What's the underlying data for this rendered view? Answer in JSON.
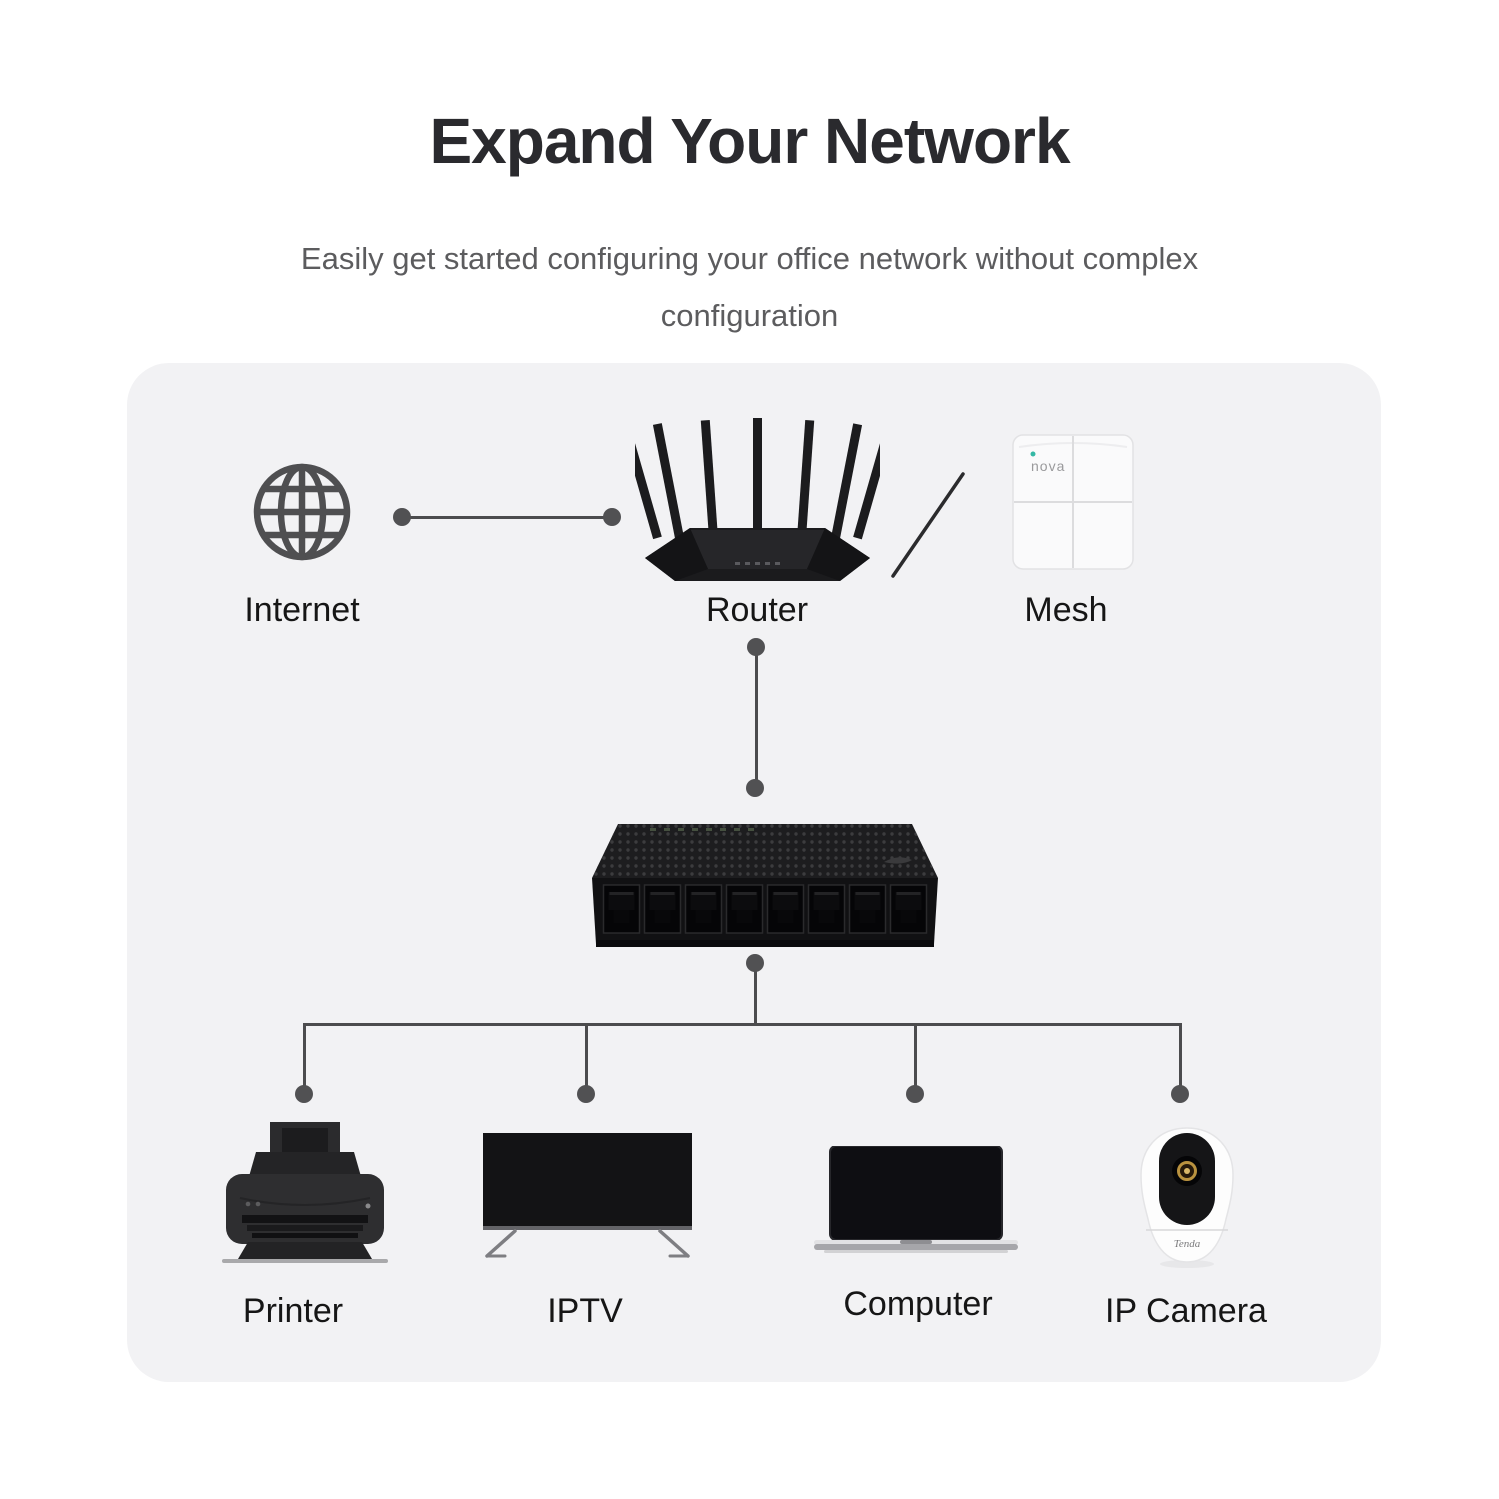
{
  "page": {
    "title": "Expand Your Network",
    "subtitle": {
      "line1": "Easily get started configuring your office network without complex",
      "line2": "configuration"
    }
  },
  "nodes": {
    "internet": {
      "label": "Internet",
      "icon": "globe-icon"
    },
    "router": {
      "label": "Router",
      "icon": "wifi-router-image"
    },
    "mesh": {
      "label": "Mesh",
      "icon": "mesh-node-image",
      "brand": "nova"
    },
    "switch": {
      "icon": "ethernet-switch-image",
      "ports": 8
    },
    "printer": {
      "label": "Printer",
      "icon": "printer-image"
    },
    "iptv": {
      "label": "IPTV",
      "icon": "tv-image"
    },
    "computer": {
      "label": "Computer",
      "icon": "laptop-image"
    },
    "ip_camera": {
      "label": "IP Camera",
      "icon": "ip-camera-image",
      "brand": "Tenda"
    }
  },
  "connections": [
    "internet-router",
    "router-mesh-alternative-slash",
    "router-switch",
    "switch-printer",
    "switch-iptv",
    "switch-computer",
    "switch-ip_camera"
  ],
  "colors": {
    "card_bg": "#f2f2f4",
    "title": "#2a2a2e",
    "subtitle": "#5c5c5e",
    "node_label": "#161616",
    "connector": "#4c4c4e",
    "nova_status_dot": "#35b8a5",
    "camera_lens_ring": "#b9923f"
  }
}
